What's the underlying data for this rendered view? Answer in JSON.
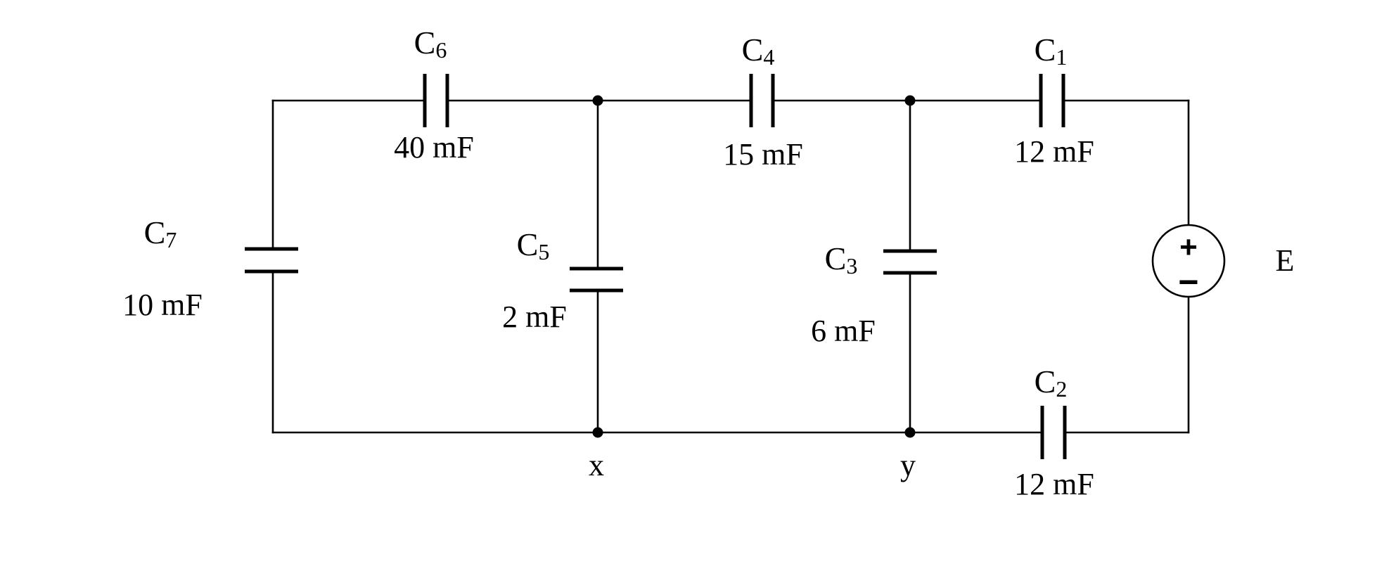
{
  "capacitors": {
    "c1": {
      "letter": "C",
      "index": "1",
      "value": "12 mF"
    },
    "c2": {
      "letter": "C",
      "index": "2",
      "value": "12 mF"
    },
    "c3": {
      "letter": "C",
      "index": "3",
      "value": "6 mF"
    },
    "c4": {
      "letter": "C",
      "index": "4",
      "value": "15 mF"
    },
    "c5": {
      "letter": "C",
      "index": "5",
      "value": "2 mF"
    },
    "c6": {
      "letter": "C",
      "index": "6",
      "value": "40 mF"
    },
    "c7": {
      "letter": "C",
      "index": "7",
      "value": "10 mF"
    }
  },
  "source": {
    "label": "E",
    "plus": "+",
    "minus": "−"
  },
  "nodes": {
    "x": "x",
    "y": "y"
  }
}
